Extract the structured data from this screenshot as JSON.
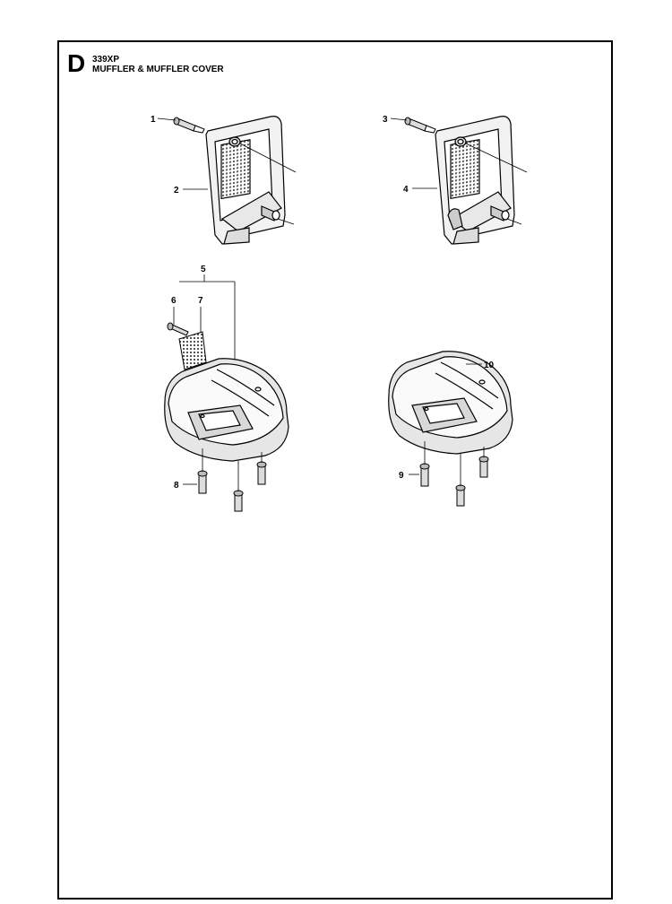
{
  "header": {
    "section_letter": "D",
    "model": "339XP",
    "title": "MUFFLER & MUFFLER COVER"
  },
  "callouts": [
    "1",
    "2",
    "3",
    "4",
    "5",
    "6",
    "7",
    "8",
    "9",
    "10"
  ]
}
